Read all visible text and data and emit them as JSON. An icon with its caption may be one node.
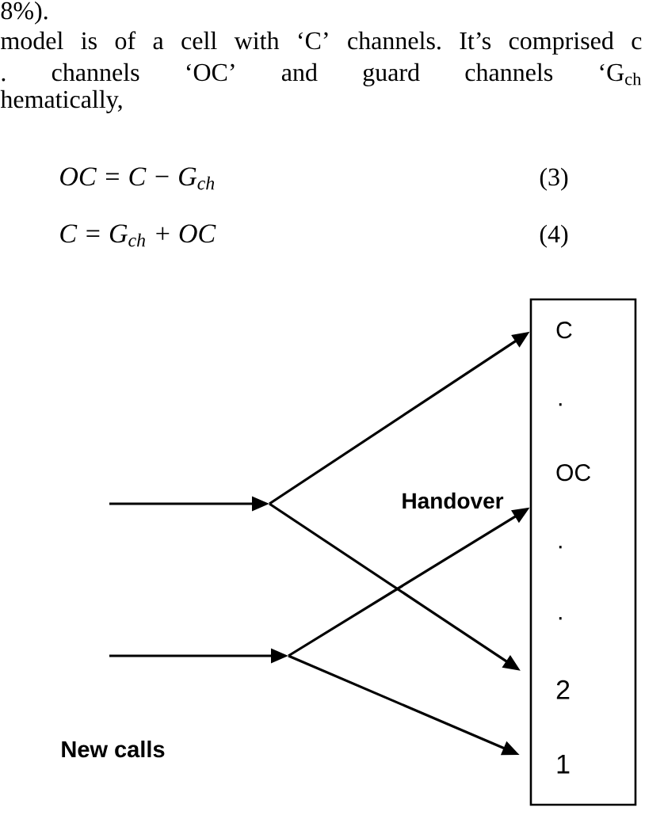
{
  "diagram": {
    "nodes": [
      {
        "text": [],
        "shape": "box"
      },
      {
        "text": [
          "C"
        ],
        "in": 0
      },
      {
        "text": [
          "."
        ],
        "in": 0
      },
      {
        "text": [
          "OC"
        ],
        "in": 0
      },
      {
        "text": [
          "."
        ],
        "in": 0
      },
      {
        "text": [
          "."
        ],
        "in": 0
      },
      {
        "text": [
          "2"
        ],
        "in": 0
      },
      {
        "text": [
          "1"
        ],
        "in": 0
      }
    ],
    "edges": [
      {
        "from": null,
        "to": 1,
        "arrow": "to"
      },
      {
        "from": null,
        "to": 6,
        "arrow": "to"
      },
      {
        "from": null,
        "to": 3,
        "arrow": "to"
      },
      {
        "from": null,
        "to": 7,
        "arrow": "to"
      }
    ],
    "labels": [
      "8%).",
      "model is of a cell with ‘C’ channels. It’s comprised c",
      ". channels ‘OC’ and guard channels ‘G$_{ch}$",
      "hematically,",
      "OC = C − G$_{ch}$",
      "(3)",
      "C = G$_{ch}$ + OC",
      "(4)",
      "Handover",
      "New calls"
    ]
  }
}
